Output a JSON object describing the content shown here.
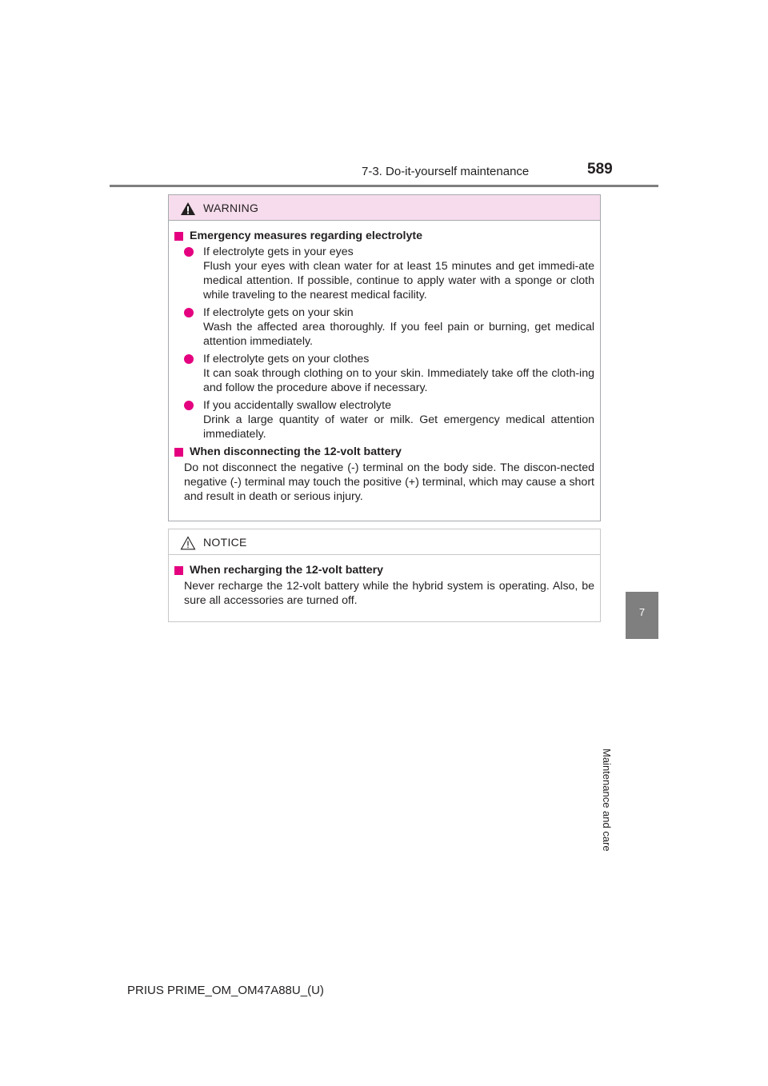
{
  "header": {
    "section": "7-3. Do-it-yourself maintenance",
    "page_number": "589"
  },
  "side_tab": {
    "chapter_number": "7",
    "chapter_label": "Maintenance and care"
  },
  "warning": {
    "title": "WARNING",
    "icon": "warning-triangle-icon",
    "sections": [
      {
        "heading": "Emergency measures regarding electrolyte",
        "items": [
          {
            "title": "If electrolyte gets in your eyes",
            "text": "Flush your eyes with clean water for at least 15 minutes and get immedi-ate medical attention. If possible, continue to apply water with a sponge or cloth while traveling to the nearest medical facility."
          },
          {
            "title": "If electrolyte gets on your skin",
            "text": "Wash the affected area thoroughly. If you feel pain or burning, get medical attention immediately."
          },
          {
            "title": "If electrolyte gets on your clothes",
            "text": "It can soak through clothing on to your skin. Immediately take off the cloth-ing and follow the procedure above if necessary."
          },
          {
            "title": "If you accidentally swallow electrolyte",
            "text": "Drink a large quantity of water or milk. Get emergency medical attention immediately."
          }
        ]
      },
      {
        "heading": "When disconnecting the 12-volt battery",
        "text": "Do not disconnect the negative (-) terminal on the body side. The discon-nected negative (-) terminal may touch the positive (+) terminal, which may cause a short and result in death or serious injury."
      }
    ]
  },
  "notice": {
    "title": "NOTICE",
    "icon": "notice-triangle-icon",
    "sections": [
      {
        "heading": "When recharging the 12-volt battery",
        "text": "Never recharge the 12-volt battery while the hybrid system is operating. Also, be sure all accessories are turned off."
      }
    ]
  },
  "footer": {
    "doc_id": "PRIUS PRIME_OM_OM47A88U_(U)"
  },
  "colors": {
    "accent": "#e4007f",
    "warning_header_bg": "#f6dcec",
    "tab_gray": "#7f7f7f"
  }
}
